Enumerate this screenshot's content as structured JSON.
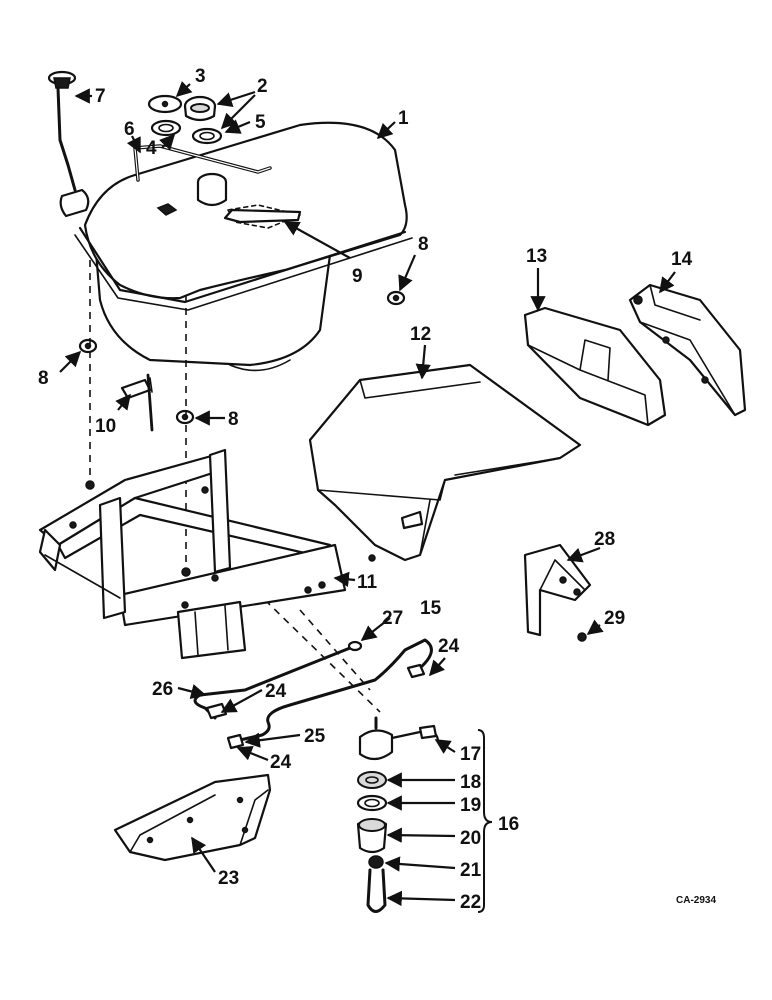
{
  "diagram": {
    "labels": {
      "l1": "1",
      "l2": "2",
      "l3": "3",
      "l4": "4",
      "l5": "5",
      "l6": "6",
      "l7": "7",
      "l8a": "8",
      "l8b": "8",
      "l8c": "8",
      "l9": "9",
      "l10": "10",
      "l11": "11",
      "l12": "12",
      "l13": "13",
      "l14": "14",
      "l15": "15",
      "l16": "16",
      "l17": "17",
      "l18": "18",
      "l19": "19",
      "l20": "20",
      "l21": "21",
      "l22": "22",
      "l23": "23",
      "l24a": "24",
      "l24b": "24",
      "l24c": "24",
      "l25": "25",
      "l26": "26",
      "l27": "27",
      "l28": "28",
      "l29": "29"
    },
    "drawing_code": "CA-2934"
  }
}
